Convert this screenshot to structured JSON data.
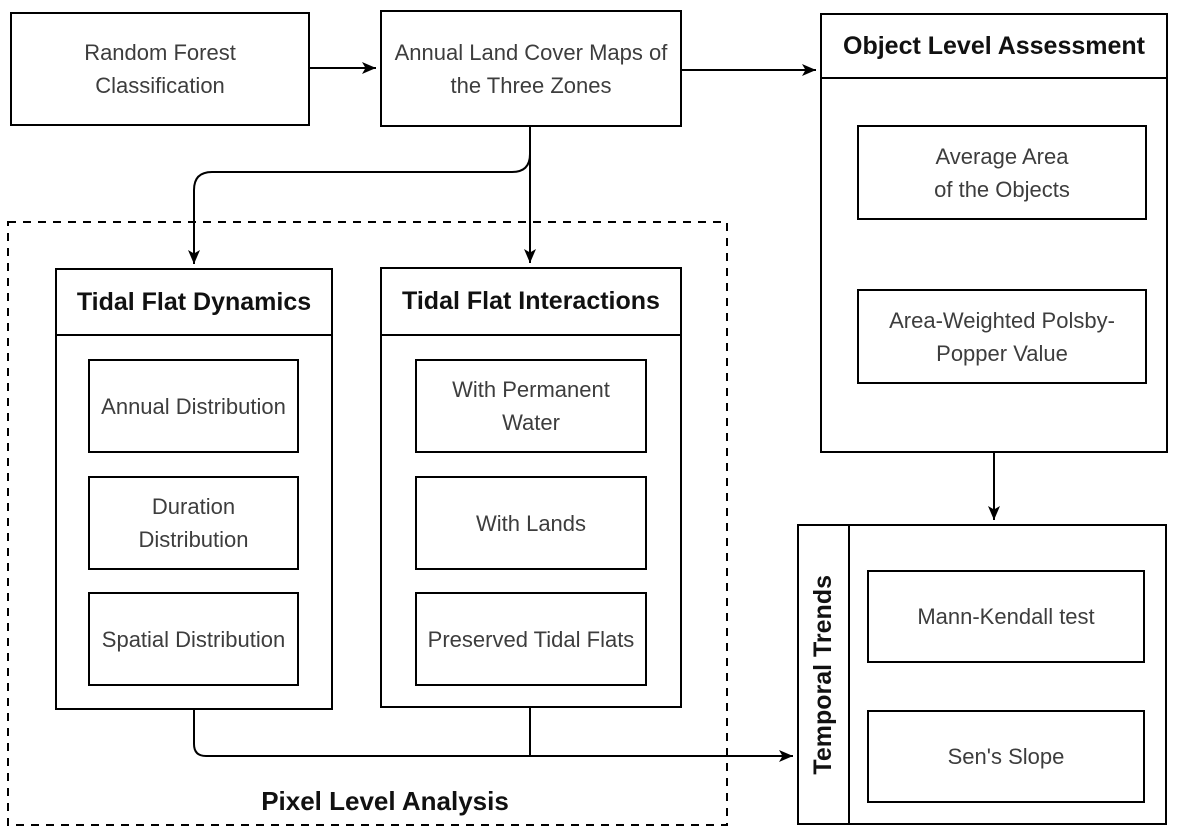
{
  "nodes": {
    "random_forest": {
      "lines": [
        "Random Forest",
        "Classification"
      ]
    },
    "land_cover_maps": {
      "lines": [
        "Annual Land Cover Maps of",
        "the Three Zones"
      ]
    },
    "object_level_assessment": {
      "title": "Object Level Assessment",
      "items": [
        {
          "lines": [
            "Average Area",
            "of the Objects"
          ]
        },
        {
          "lines": [
            "Area-Weighted Polsby-",
            "Popper Value"
          ]
        }
      ]
    },
    "pixel_level_analysis": {
      "label": "Pixel Level Analysis",
      "tidal_flat_dynamics": {
        "title": "Tidal Flat Dynamics",
        "items": [
          {
            "lines": [
              "Annual Distribution"
            ]
          },
          {
            "lines": [
              "Duration",
              "Distribution"
            ]
          },
          {
            "lines": [
              "Spatial Distribution"
            ]
          }
        ]
      },
      "tidal_flat_interactions": {
        "title": "Tidal Flat Interactions",
        "items": [
          {
            "lines": [
              "With Permanent",
              "Water"
            ]
          },
          {
            "lines": [
              "With Lands"
            ]
          },
          {
            "lines": [
              "Preserved Tidal Flats"
            ]
          }
        ]
      }
    },
    "temporal_trends": {
      "title": "Temporal Trends",
      "items": [
        {
          "lines": [
            "Mann-Kendall test"
          ]
        },
        {
          "lines": [
            "Sen's Slope"
          ]
        }
      ]
    }
  },
  "colors": {
    "stroke": "#000000",
    "text": "#3d3d3d",
    "heading_text": "#111111",
    "background": "#ffffff"
  }
}
